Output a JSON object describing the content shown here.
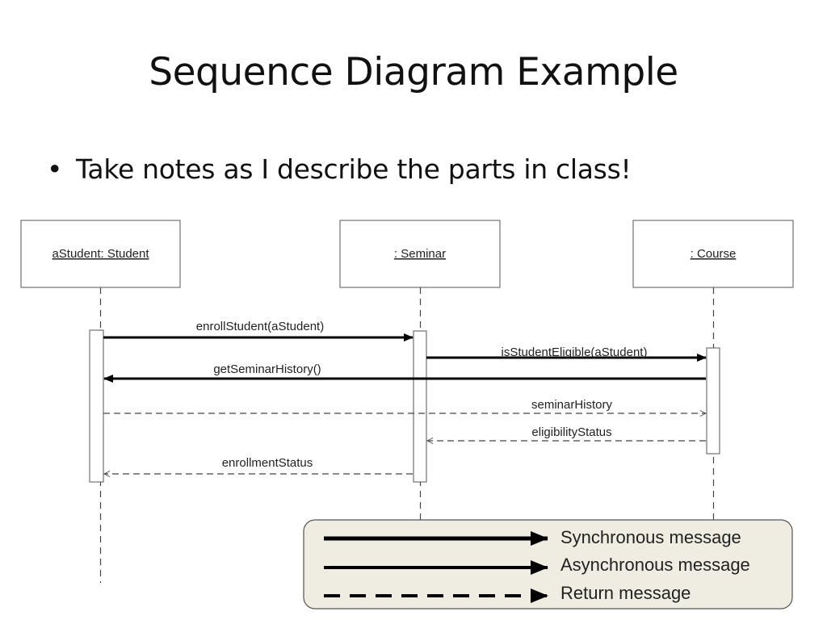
{
  "slide": {
    "title": "Sequence Diagram Example",
    "bullet_symbol": "•",
    "bullet_text": "Take notes as I describe the parts in class!"
  },
  "diagram": {
    "lifelines": [
      {
        "id": "student",
        "label": "aStudent: Student"
      },
      {
        "id": "seminar",
        "label": ": Seminar"
      },
      {
        "id": "course",
        "label": ": Course"
      }
    ],
    "messages": [
      {
        "label": "enrollStudent(aStudent)",
        "from": "student",
        "to": "seminar",
        "kind": "synchronous"
      },
      {
        "label": "isStudentEligible(aStudent)",
        "from": "seminar",
        "to": "course",
        "kind": "synchronous"
      },
      {
        "label": "getSeminarHistory()",
        "from": "course",
        "to": "student",
        "kind": "synchronous"
      },
      {
        "label": "seminarHistory",
        "from": "student",
        "to": "course",
        "kind": "return"
      },
      {
        "label": "eligibilityStatus",
        "from": "course",
        "to": "seminar",
        "kind": "return"
      },
      {
        "label": "enrollmentStatus",
        "from": "seminar",
        "to": "student",
        "kind": "return"
      }
    ],
    "legend": {
      "items": [
        {
          "label": "Synchronous message",
          "style": "solid-thick"
        },
        {
          "label": "Asynchronous message",
          "style": "solid"
        },
        {
          "label": "Return message",
          "style": "dashed"
        }
      ],
      "background": "#efece2",
      "border": "#555555"
    }
  }
}
